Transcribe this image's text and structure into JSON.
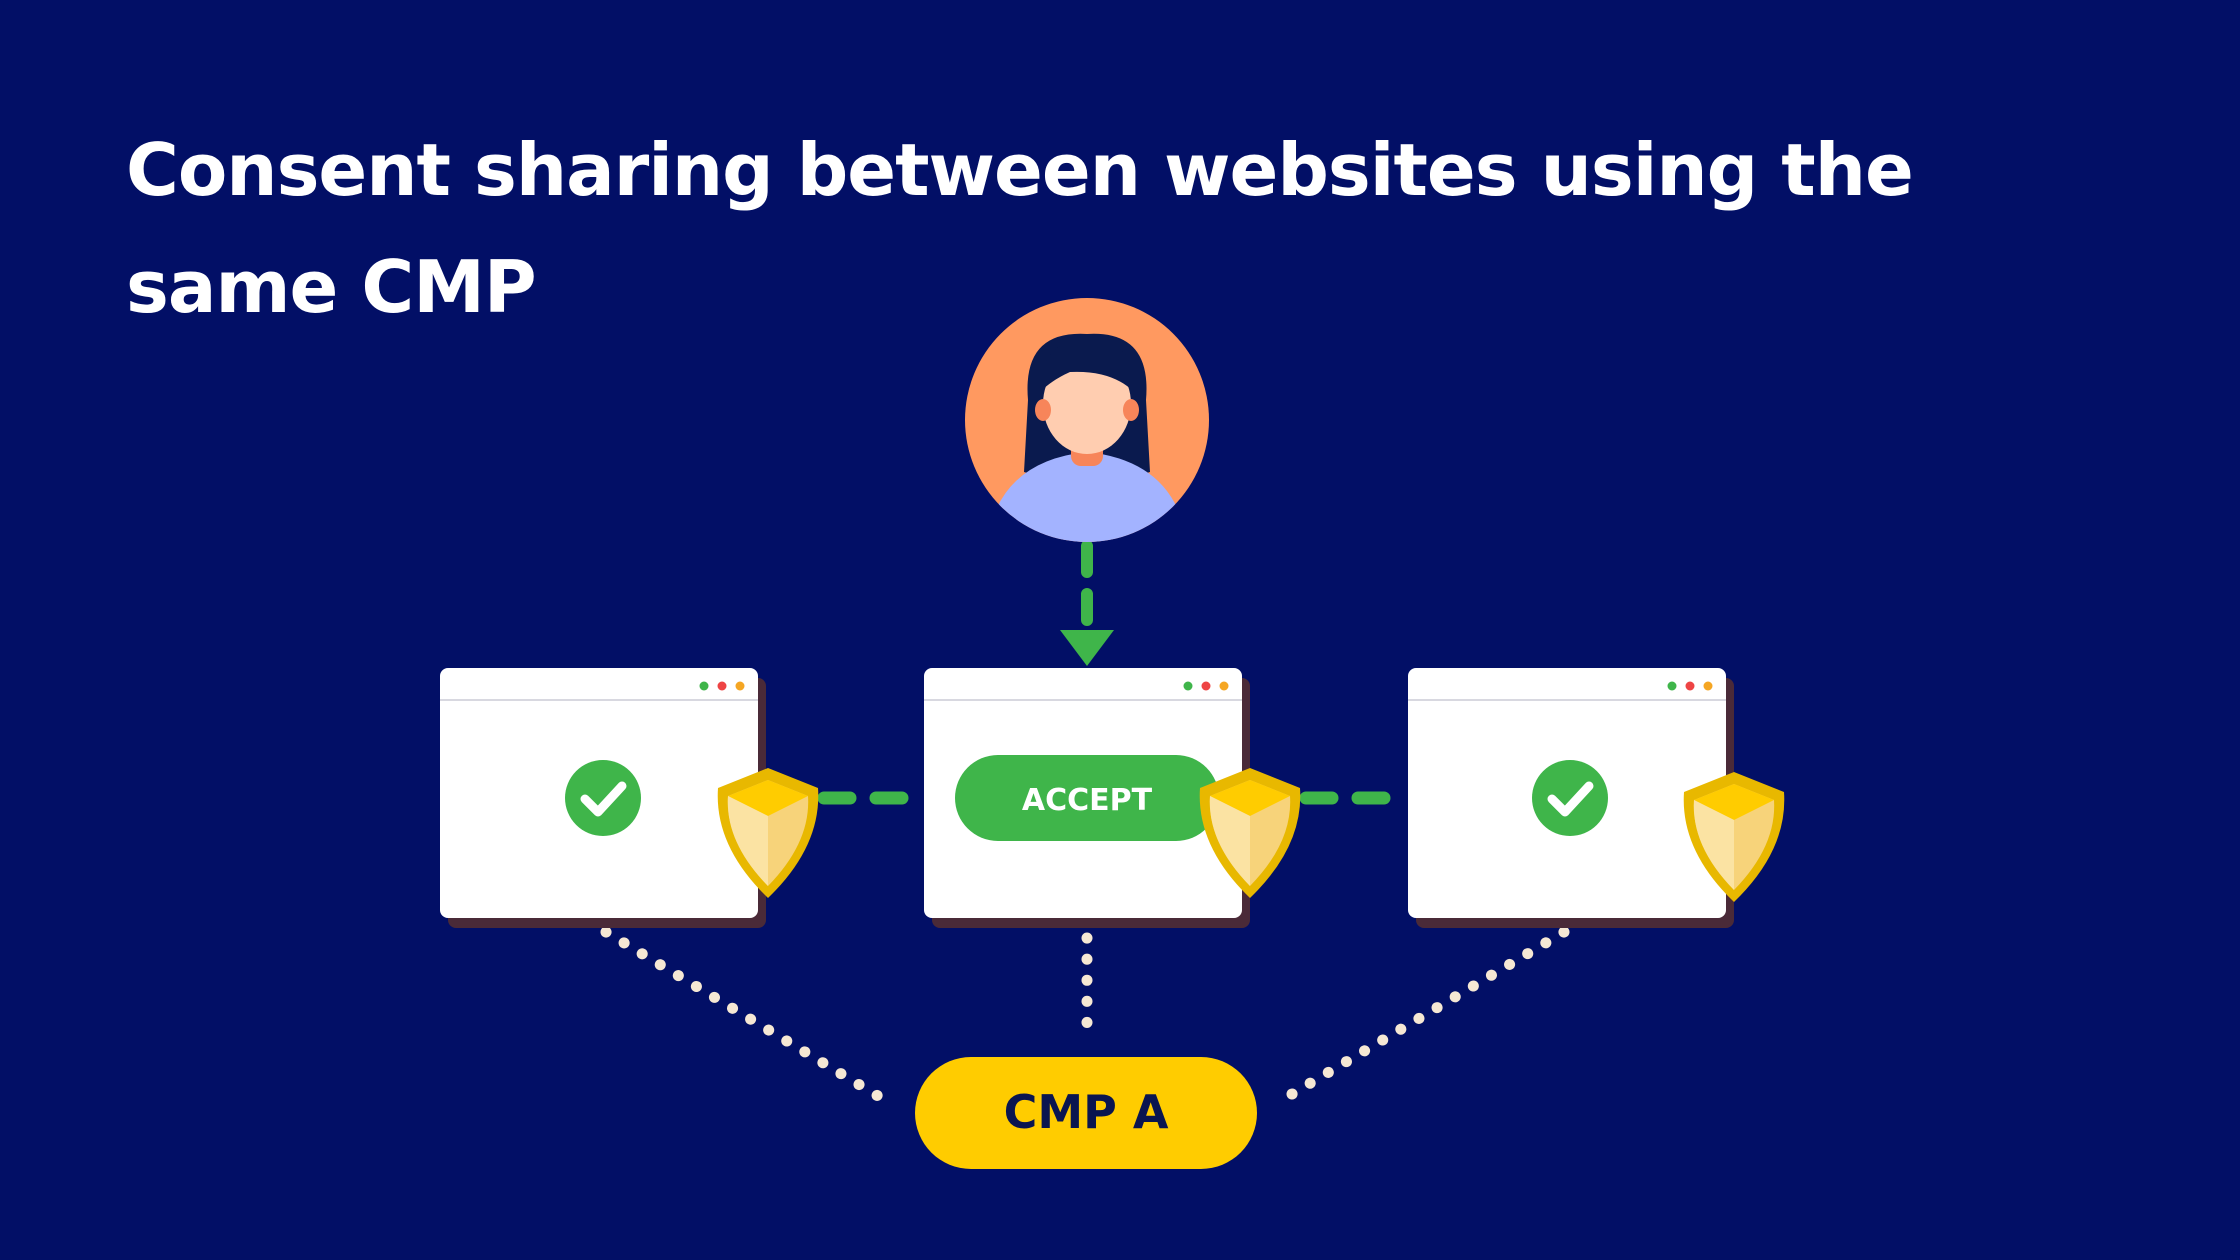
{
  "title": "Consent sharing between websites using the same CMP",
  "accept_label": "ACCEPT",
  "cmp_label": "CMP A",
  "icons": {
    "user": "woman-avatar-icon",
    "check": "check-circle-icon",
    "shield": "shield-icon"
  },
  "colors": {
    "background": "#020f66",
    "accent_green": "#3fb54a",
    "cmp_yellow": "#ffcc00",
    "avatar_ring": "#ff9960",
    "dotted_line": "#f6e8d4"
  }
}
